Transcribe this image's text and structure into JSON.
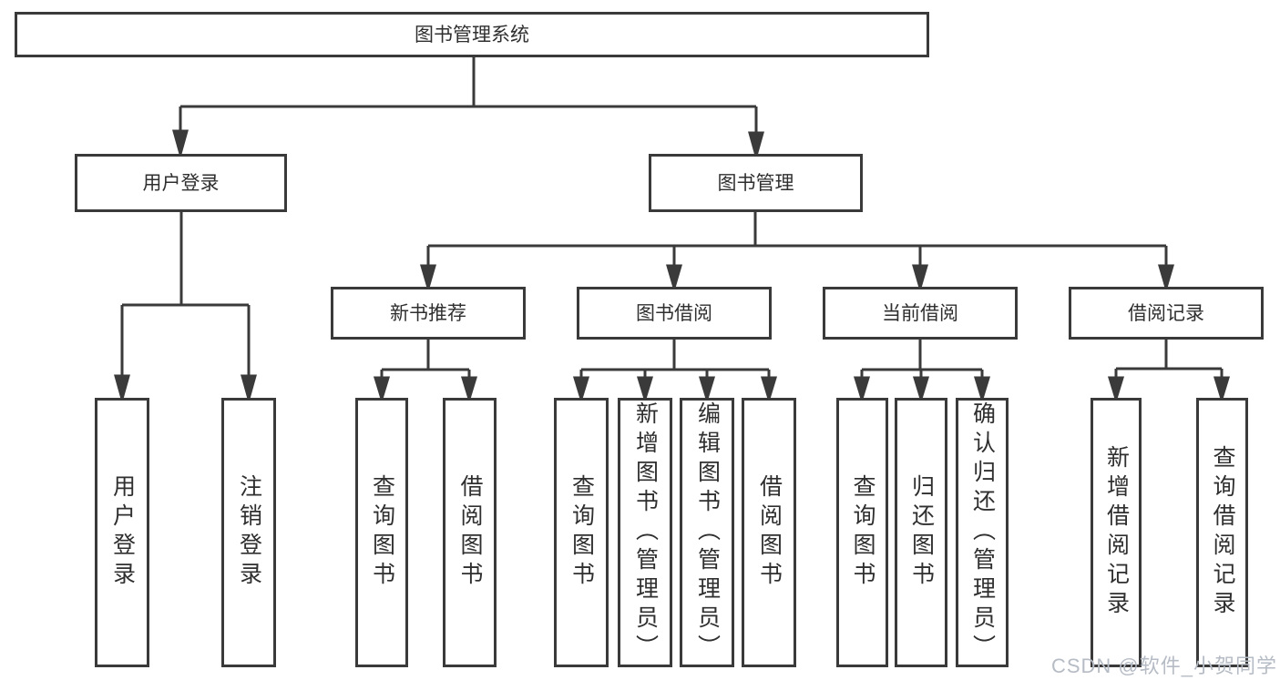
{
  "diagram": {
    "tree": {
      "root": {
        "label": "图书管理系统",
        "children": [
          {
            "label": "用户登录",
            "children": [
              {
                "label": "用户登录"
              },
              {
                "label": "注销登录"
              }
            ]
          },
          {
            "label": "图书管理",
            "children": [
              {
                "label": "新书推荐",
                "children": [
                  {
                    "label": "查询图书"
                  },
                  {
                    "label": "借阅图书"
                  }
                ]
              },
              {
                "label": "图书借阅",
                "children": [
                  {
                    "label": "查询图书"
                  },
                  {
                    "label": "新增图书（管理员）"
                  },
                  {
                    "label": "编辑图书（管理员）"
                  },
                  {
                    "label": "借阅图书"
                  }
                ]
              },
              {
                "label": "当前借阅",
                "children": [
                  {
                    "label": "查询图书"
                  },
                  {
                    "label": "归还图书"
                  },
                  {
                    "label": "确认归还（管理员）"
                  }
                ]
              },
              {
                "label": "借阅记录",
                "children": [
                  {
                    "label": "新增借阅记录"
                  },
                  {
                    "label": "查询借阅记录"
                  }
                ]
              }
            ]
          }
        ]
      }
    },
    "colors": {
      "line": "#3a3a3a",
      "text": "#2f2f2f",
      "background": "#ffffff",
      "watermark": "#b6bcc5"
    }
  },
  "watermark": {
    "text": "CSDN @软件_小贺同学"
  }
}
